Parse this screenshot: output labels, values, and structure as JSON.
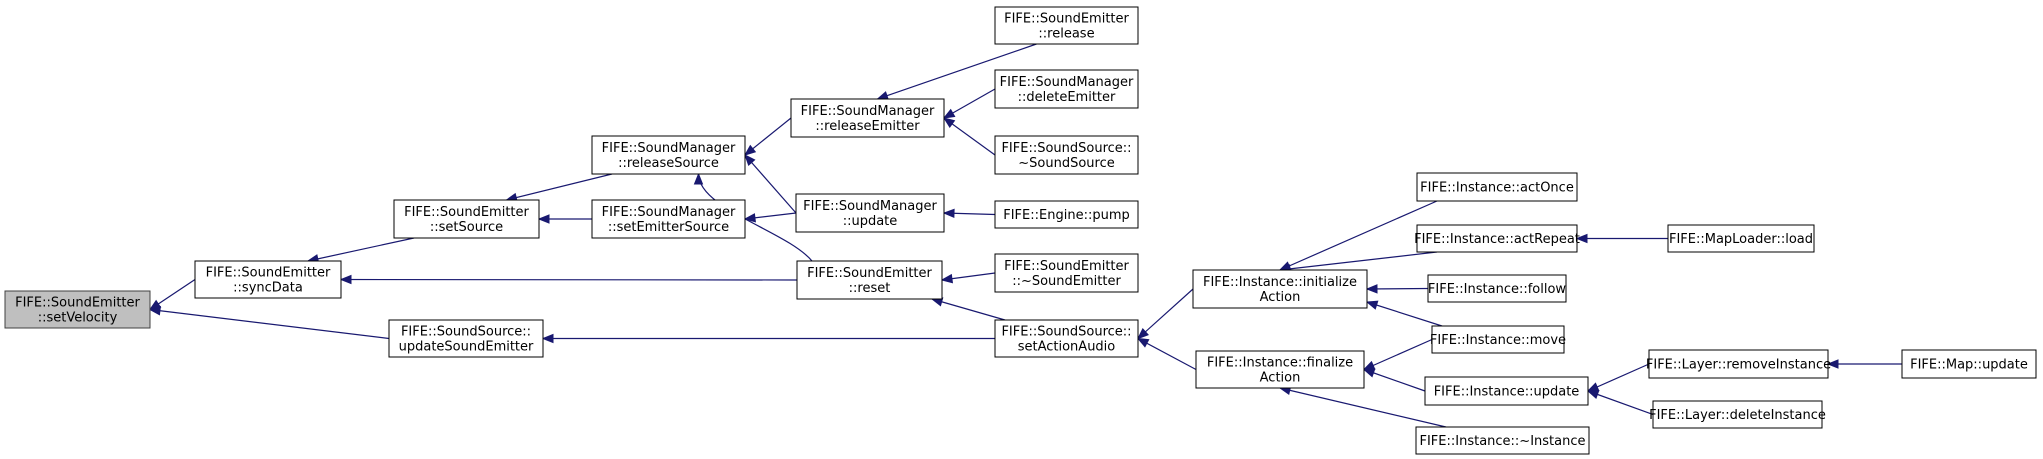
{
  "diagram": {
    "nodes": [
      {
        "id": "setVelocity",
        "lines": [
          "FIFE::SoundEmitter",
          "::setVelocity"
        ]
      },
      {
        "id": "syncData",
        "lines": [
          "FIFE::SoundEmitter",
          "::syncData"
        ]
      },
      {
        "id": "setSource",
        "lines": [
          "FIFE::SoundEmitter",
          "::setSource"
        ]
      },
      {
        "id": "releaseSource",
        "lines": [
          "FIFE::SoundManager",
          "::releaseSource"
        ]
      },
      {
        "id": "setEmitterSource",
        "lines": [
          "FIFE::SoundManager",
          "::setEmitterSource"
        ]
      },
      {
        "id": "releaseEmitter",
        "lines": [
          "FIFE::SoundManager",
          "::releaseEmitter"
        ]
      },
      {
        "id": "smUpdate",
        "lines": [
          "FIFE::SoundManager",
          "::update"
        ]
      },
      {
        "id": "seRelease",
        "lines": [
          "FIFE::SoundEmitter",
          "::release"
        ]
      },
      {
        "id": "deleteEmitter",
        "lines": [
          "FIFE::SoundManager",
          "::deleteEmitter"
        ]
      },
      {
        "id": "ssDtor",
        "lines": [
          "FIFE::SoundSource::",
          "~SoundSource"
        ]
      },
      {
        "id": "enginePump",
        "lines": [
          "FIFE::Engine::pump"
        ]
      },
      {
        "id": "seReset",
        "lines": [
          "FIFE::SoundEmitter",
          "::reset"
        ]
      },
      {
        "id": "seDtor",
        "lines": [
          "FIFE::SoundEmitter",
          "::~SoundEmitter"
        ]
      },
      {
        "id": "updateSoundEmitter",
        "lines": [
          "FIFE::SoundSource::",
          "updateSoundEmitter"
        ]
      },
      {
        "id": "setActionAudio",
        "lines": [
          "FIFE::SoundSource::",
          "setActionAudio"
        ]
      },
      {
        "id": "initializeAction",
        "lines": [
          "FIFE::Instance::initialize",
          "Action"
        ]
      },
      {
        "id": "finalizeAction",
        "lines": [
          "FIFE::Instance::finalize",
          "Action"
        ]
      },
      {
        "id": "actOnce",
        "lines": [
          "FIFE::Instance::actOnce"
        ]
      },
      {
        "id": "actRepeat",
        "lines": [
          "FIFE::Instance::actRepeat"
        ]
      },
      {
        "id": "follow",
        "lines": [
          "FIFE::Instance::follow"
        ]
      },
      {
        "id": "move",
        "lines": [
          "FIFE::Instance::move"
        ]
      },
      {
        "id": "instUpdate",
        "lines": [
          "FIFE::Instance::update"
        ]
      },
      {
        "id": "instDtor",
        "lines": [
          "FIFE::Instance::~Instance"
        ]
      },
      {
        "id": "mapLoaderLoad",
        "lines": [
          "FIFE::MapLoader::load"
        ]
      },
      {
        "id": "removeInstance",
        "lines": [
          "FIFE::Layer::removeInstance"
        ]
      },
      {
        "id": "deleteInstance",
        "lines": [
          "FIFE::Layer::deleteInstance"
        ]
      },
      {
        "id": "mapUpdate",
        "lines": [
          "FIFE::Map::update"
        ]
      }
    ],
    "edges": [
      [
        "syncData",
        "setVelocity"
      ],
      [
        "updateSoundEmitter",
        "setVelocity"
      ],
      [
        "setSource",
        "syncData"
      ],
      [
        "seReset",
        "syncData"
      ],
      [
        "releaseSource",
        "setSource"
      ],
      [
        "setEmitterSource",
        "setSource"
      ],
      [
        "releaseEmitter",
        "releaseSource"
      ],
      [
        "smUpdate",
        "releaseSource"
      ],
      [
        "seReset",
        "releaseSource"
      ],
      [
        "smUpdate",
        "setEmitterSource"
      ],
      [
        "seRelease",
        "releaseEmitter"
      ],
      [
        "deleteEmitter",
        "releaseEmitter"
      ],
      [
        "ssDtor",
        "releaseEmitter"
      ],
      [
        "enginePump",
        "smUpdate"
      ],
      [
        "seDtor",
        "seReset"
      ],
      [
        "setActionAudio",
        "seReset"
      ],
      [
        "setActionAudio",
        "updateSoundEmitter"
      ],
      [
        "initializeAction",
        "setActionAudio"
      ],
      [
        "finalizeAction",
        "setActionAudio"
      ],
      [
        "actOnce",
        "initializeAction"
      ],
      [
        "actRepeat",
        "initializeAction"
      ],
      [
        "follow",
        "initializeAction"
      ],
      [
        "move",
        "initializeAction"
      ],
      [
        "move",
        "finalizeAction"
      ],
      [
        "instUpdate",
        "finalizeAction"
      ],
      [
        "instDtor",
        "finalizeAction"
      ],
      [
        "mapLoaderLoad",
        "actRepeat"
      ],
      [
        "removeInstance",
        "instUpdate"
      ],
      [
        "deleteInstance",
        "instUpdate"
      ],
      [
        "mapUpdate",
        "removeInstance"
      ]
    ],
    "root": "setVelocity",
    "colors": {
      "edge": "#191970",
      "root_fill": "#bfbfbf",
      "node_fill": "#ffffff",
      "node_border": "#000000"
    }
  }
}
